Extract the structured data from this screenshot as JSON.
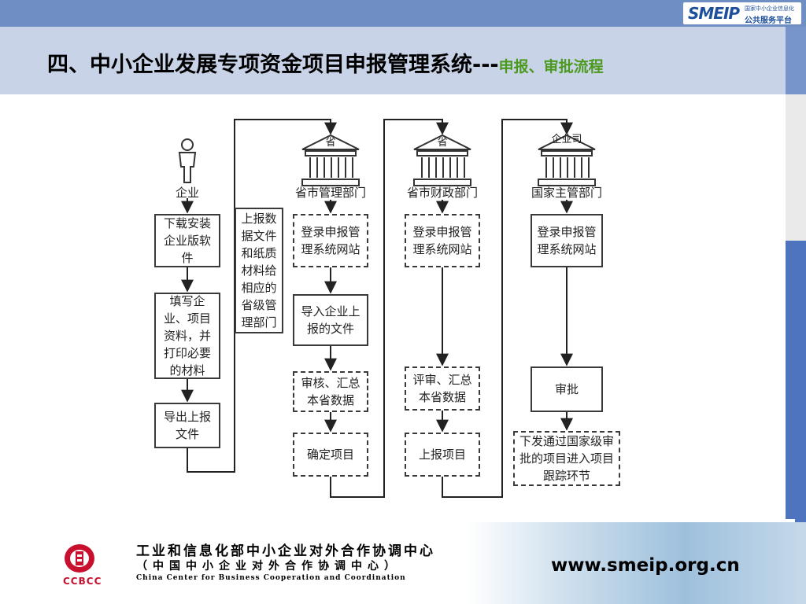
{
  "header": {
    "brand": "SMEIP",
    "brand_line1": "国家中小企业信息化",
    "brand_line2": "公共服务平台"
  },
  "title": {
    "main": "四、中小企业发展专项资金项目申报管理系统---",
    "sub": "申报、审批流程"
  },
  "diagram": {
    "actors": [
      {
        "icon": "person-icon",
        "top_label": "",
        "label": "企业"
      },
      {
        "icon": "government-building-icon",
        "top_label": "省",
        "label": "省市管理部门"
      },
      {
        "icon": "government-building-icon",
        "top_label": "省",
        "label": "省市财政部门"
      },
      {
        "icon": "government-building-icon",
        "top_label": "企业司",
        "label": "国家主管部门"
      }
    ],
    "enterprise_steps": [
      "下载安装企业版软件",
      "填写企业、项目资料，并打印必要的材料",
      "导出上报文件"
    ],
    "submission_note": "上报数据文件和纸质材料给相应的省级管理部门",
    "province_admin_steps": [
      "登录申报管理系统网站",
      "导入企业上报的文件",
      "审核、汇总本省数据",
      "确定项目"
    ],
    "province_finance_steps": [
      "登录申报管理系统网站",
      "评审、汇总本省数据",
      "上报项目"
    ],
    "national_steps": [
      "登录申报管理系统网站",
      "审批",
      "下发通过国家级审批的项目进入项目跟踪环节"
    ]
  },
  "footer": {
    "org_logo": "CCBCC",
    "org_cn": "工业和信息化部中小企业对外合作协调中心",
    "org_cn_alt": "（中国中小企业对外合作协调中心）",
    "org_en": "China Center for Business Cooperation and Coordination",
    "url": "www.smeip.org.cn"
  }
}
